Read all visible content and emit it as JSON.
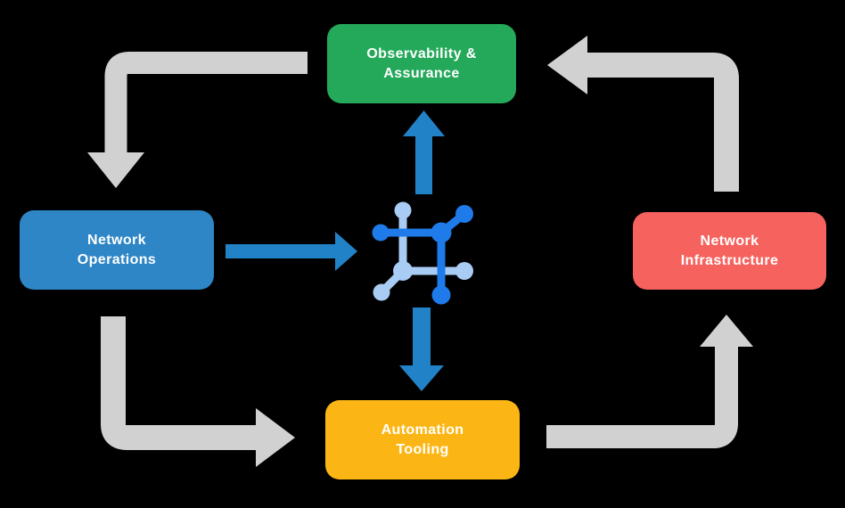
{
  "colors": {
    "background": "#000000",
    "node_green": "#24a85a",
    "node_blue": "#2e86c6",
    "node_red": "#f6625e",
    "node_yellow": "#fbb615",
    "arrow_gray": "#d1d1d1",
    "arrow_blue": "#2282c8",
    "icon_blue_dark": "#1e7be9",
    "icon_blue_light": "#a9ccf5",
    "label_text": "#ffffff"
  },
  "nodes": [
    {
      "id": "observability-assurance",
      "lines": [
        "Observability &",
        "Assurance"
      ],
      "color_key": "node_green"
    },
    {
      "id": "network-operations",
      "lines": [
        "Network",
        "Operations"
      ],
      "color_key": "node_blue"
    },
    {
      "id": "network-infrastructure",
      "lines": [
        "Network",
        "Infrastructure"
      ],
      "color_key": "node_red"
    },
    {
      "id": "automation-tooling",
      "lines": [
        "Automation",
        "Tooling"
      ],
      "color_key": "node_yellow"
    }
  ],
  "center_icon": {
    "name": "network-automation-icon",
    "dark_color_key": "icon_blue_dark",
    "light_color_key": "icon_blue_light"
  },
  "flows": {
    "outer_cycle": [
      {
        "from": "observability-assurance",
        "to": "network-operations",
        "color_key": "arrow_gray"
      },
      {
        "from": "network-operations",
        "to": "automation-tooling",
        "color_key": "arrow_gray"
      },
      {
        "from": "automation-tooling",
        "to": "network-infrastructure",
        "color_key": "arrow_gray"
      },
      {
        "from": "network-infrastructure",
        "to": "observability-assurance",
        "color_key": "arrow_gray"
      }
    ],
    "center_flows": [
      {
        "from": "network-operations",
        "to": "center-icon",
        "color_key": "arrow_blue"
      },
      {
        "from": "center-icon",
        "to": "observability-assurance",
        "color_key": "arrow_blue"
      },
      {
        "from": "center-icon",
        "to": "automation-tooling",
        "color_key": "arrow_blue"
      }
    ]
  }
}
